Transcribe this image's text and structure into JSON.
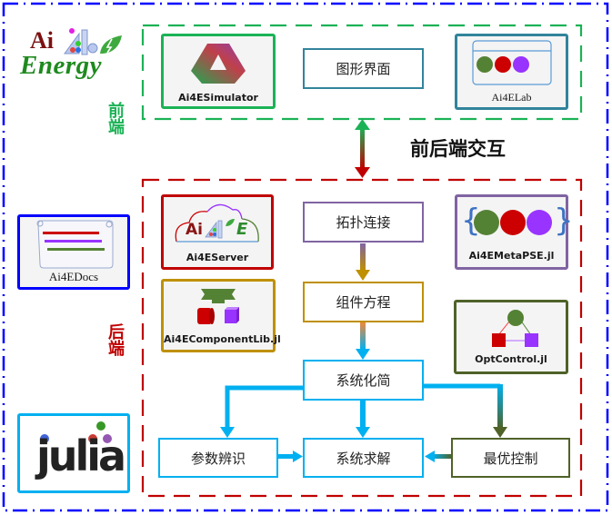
{
  "logo": {
    "ai_text": "Ai",
    "energy_text": "Energy"
  },
  "frontend": {
    "label": "前端",
    "color": "#1bb256",
    "cards": [
      {
        "name": "Ai4ESimulator"
      },
      {
        "name": "Ai4ELab"
      }
    ],
    "gui_box": "图形界面"
  },
  "interaction_label": "前后端交互",
  "backend": {
    "label": "后端",
    "color": "#c00000",
    "cards": [
      {
        "name": "Ai4EServer",
        "logo_text": "Ai4E"
      },
      {
        "name": "Ai4EComponentLib.jl"
      },
      {
        "name": "Ai4EMetaPSE.jl"
      },
      {
        "name": "OptControl.jl"
      }
    ],
    "flow": {
      "topology": "拓扑连接",
      "component_eq": "组件方程",
      "simplify": "系统化简",
      "param_id": "参数辨识",
      "solve": "系统求解",
      "opt_control": "最优控制"
    }
  },
  "side_cards": [
    {
      "name": "Ai4EDocs"
    },
    {
      "name": "julia"
    }
  ],
  "colors": {
    "outer_border": "#0000ff",
    "cyan": "#00b0f0",
    "olive": "#4f6228",
    "purple": "#8064a2",
    "gold": "#bf9000",
    "teal": "#31849b"
  }
}
